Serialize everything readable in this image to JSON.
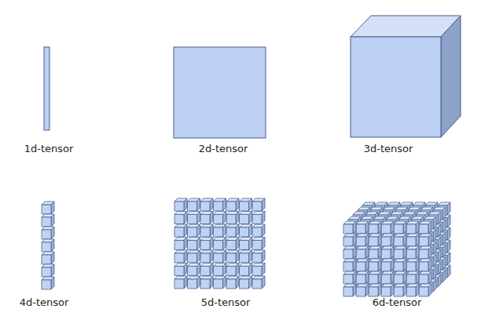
{
  "diagram": {
    "labels": [
      "1d-tensor",
      "2d-tensor",
      "3d-tensor",
      "4d-tensor",
      "5d-tensor",
      "6d-tensor"
    ]
  }
}
